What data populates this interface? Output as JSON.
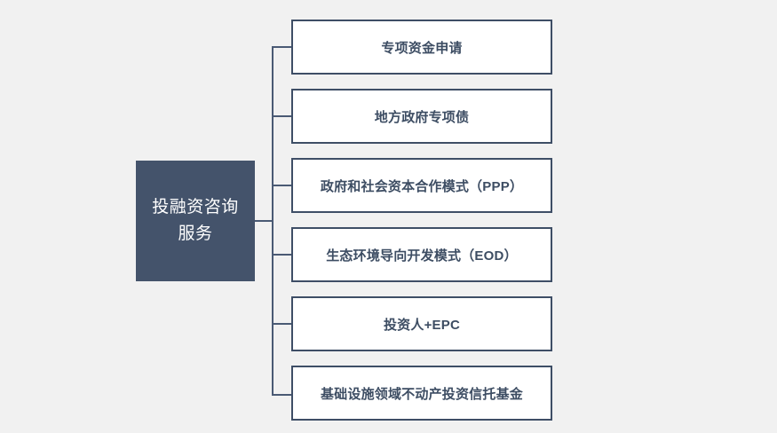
{
  "diagram": {
    "type": "org-tree",
    "title_node": {
      "label_line1": "投融资咨询",
      "label_line2": "服务",
      "fill_color": "#44536b",
      "text_color": "#ffffff"
    },
    "background_color": "#f1f1f1",
    "accent_color": "#3e4e66",
    "branches": [
      {
        "label": "专项资金申请"
      },
      {
        "label": "地方政府专项债"
      },
      {
        "label": "政府和社会资本合作模式（PPP）"
      },
      {
        "label": "生态环境导向开发模式（EOD）"
      },
      {
        "label": "投资人+EPC"
      },
      {
        "label": "基础设施领域不动产投资信托基金"
      }
    ]
  }
}
